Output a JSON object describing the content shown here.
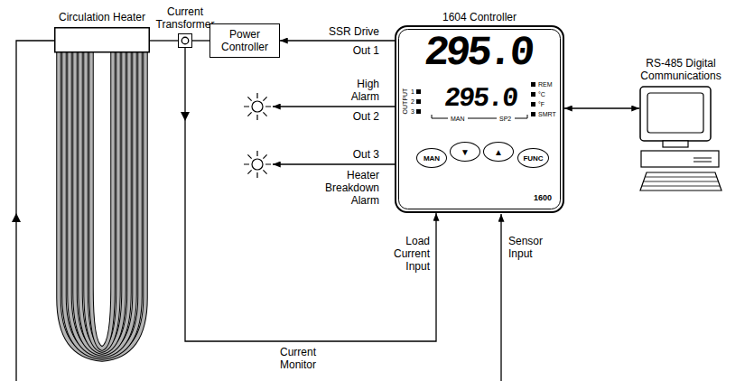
{
  "diagram": {
    "nodes": [
      {
        "text": [
          "Circulation Heater"
        ]
      },
      {
        "text": [
          "Current Transformer"
        ]
      },
      {
        "text": [
          "Power Controller"
        ]
      },
      {
        "text": [
          "1604 Controller"
        ]
      },
      {
        "text": [
          "MAN"
        ],
        "in": 3
      },
      {
        "text": [
          "▼"
        ],
        "in": 3
      },
      {
        "text": [
          "▲"
        ],
        "in": 3
      },
      {
        "text": [
          "FUNC"
        ],
        "in": 3
      },
      {
        "text": [
          "RS-485 Digital Communications"
        ]
      }
    ],
    "edges": [
      {
        "from": 0,
        "to": 1,
        "arrow": "none"
      },
      {
        "from": 1,
        "to": 2,
        "arrow": "none"
      },
      {
        "from": 3,
        "to": 2,
        "label": "SSR Drive",
        "arrow": "to"
      },
      {
        "from": 1,
        "to": 3,
        "label": "Current Monitor",
        "arrow": "to"
      },
      {
        "from": 3,
        "to": 8,
        "arrow": "both"
      }
    ],
    "labels": [
      "295.0",
      "295.0",
      "REM",
      "°C",
      "°F",
      "SMRT",
      "OUTPUT",
      "1",
      "2",
      "3",
      "MAN",
      "SP2",
      "1600",
      "Out 1",
      "High Alarm",
      "Out 2",
      "Out 3",
      "Heater Breakdown Alarm",
      "Load Current Input",
      "Sensor Input"
    ]
  }
}
